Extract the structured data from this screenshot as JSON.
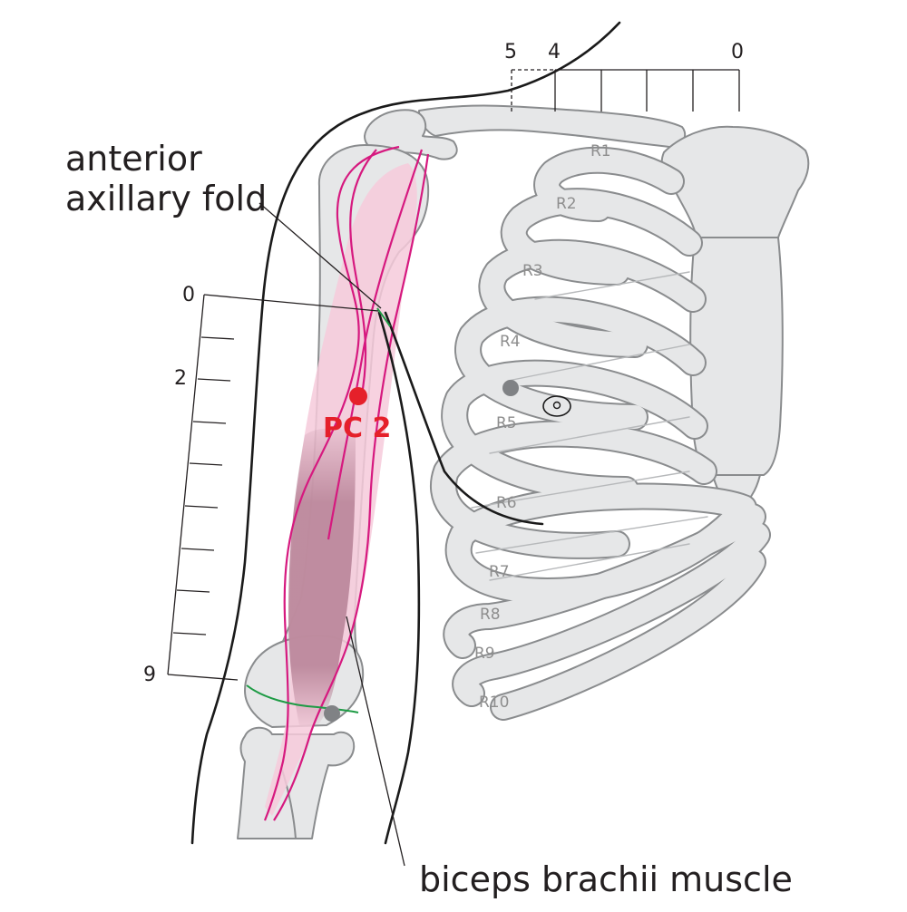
{
  "labels": {
    "anterior_line1": "anterior",
    "anterior_line2": "axillary fold",
    "biceps": "biceps brachii muscle",
    "point": "PC 2"
  },
  "arm_scale": {
    "top": "0",
    "mid": "2",
    "bottom": "9"
  },
  "shoulder_scale": {
    "left": "5",
    "mid": "4",
    "right": "0"
  },
  "ribs": [
    "R1",
    "R2",
    "R3",
    "R4",
    "R5",
    "R6",
    "R7",
    "R8",
    "R9",
    "R10"
  ],
  "colors": {
    "point": "#e5202a",
    "muscle_outline": "#d6197f",
    "muscle_fill": "#f6cadb",
    "muscle_band": "#b98599",
    "crease": "#1e9b45",
    "bone": "#e6e7e8",
    "outline": "#1a1a1a"
  }
}
